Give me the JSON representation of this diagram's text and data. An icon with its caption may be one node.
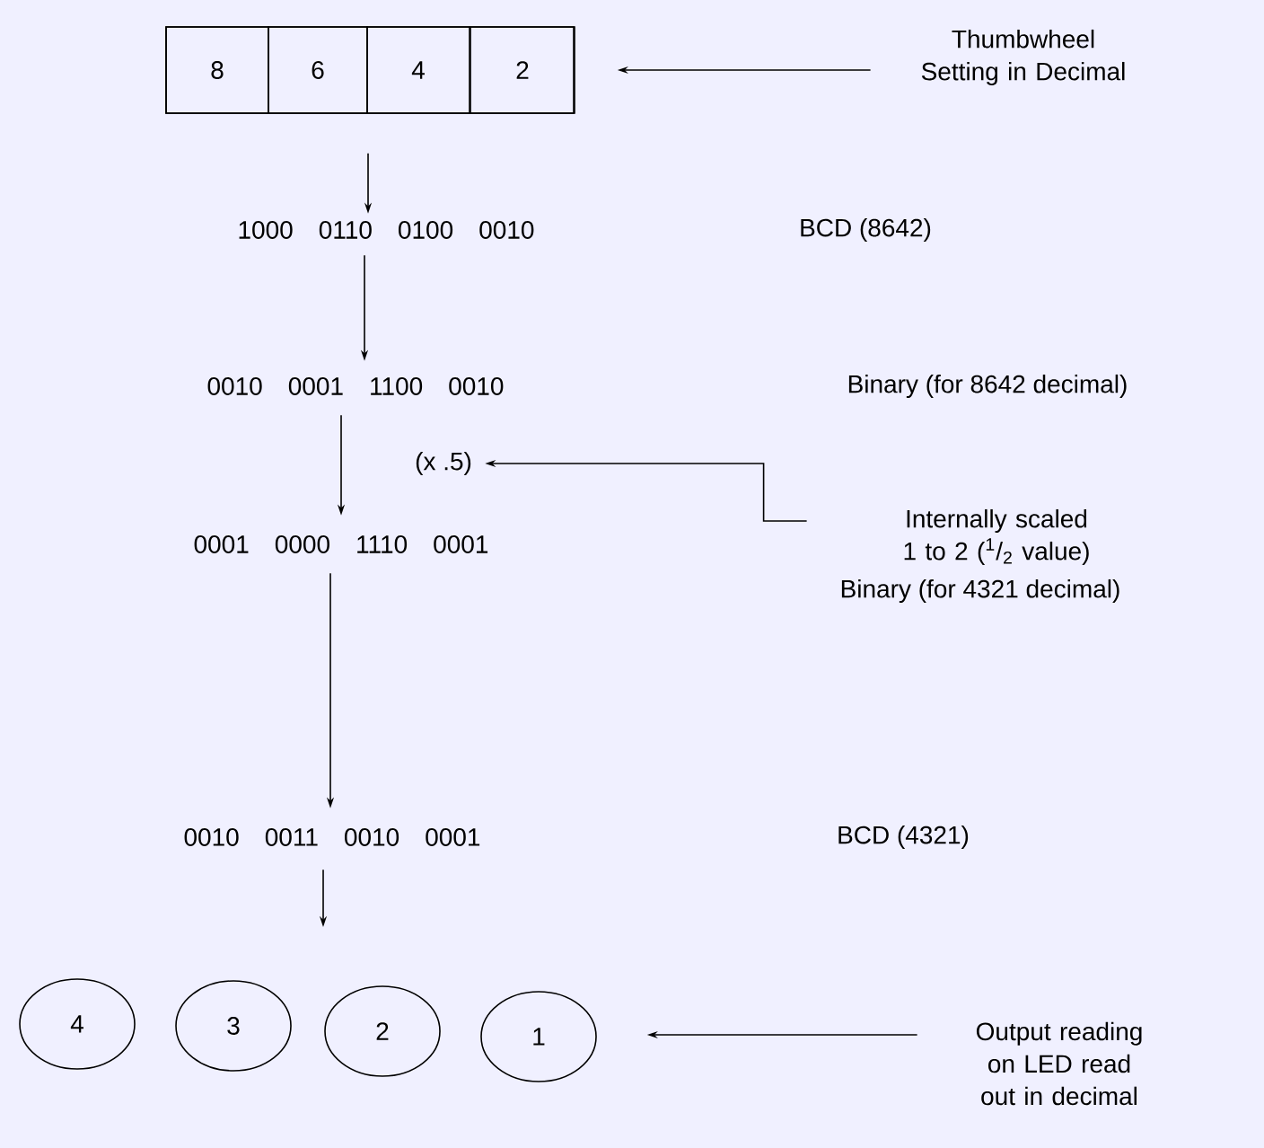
{
  "diagram": {
    "nodes": [
      {
        "text": [],
        "shape": "box"
      },
      {
        "text": [
          "8"
        ],
        "in": 0
      },
      {
        "text": [
          "6"
        ],
        "in": 0
      },
      {
        "text": [
          "4"
        ],
        "in": 0
      },
      {
        "text": [
          "2"
        ],
        "in": 0
      },
      {
        "text": [
          "Thumbwheel Setting in Decimal"
        ]
      },
      {
        "text": [
          "1000 0110 0100 0010"
        ]
      },
      {
        "text": [
          "0010 0001 1100 0010"
        ]
      },
      {
        "text": [
          "(x .5)"
        ]
      },
      {
        "text": [
          "Internally scaled 1 to 2 ($^{1}$/$_{2}$ value)"
        ]
      },
      {
        "text": [
          "0001 0000 1110 0001"
        ]
      },
      {
        "text": [
          "0010 0011 0010 0001"
        ]
      },
      {
        "text": [
          "4"
        ]
      },
      {
        "text": [
          "3"
        ]
      },
      {
        "text": [
          "2"
        ]
      },
      {
        "text": [
          "1"
        ]
      },
      {
        "text": [
          "Output reading on LED read out in decimal"
        ]
      }
    ],
    "edges": [
      {
        "from": 5,
        "to": 0,
        "arrow": "to"
      },
      {
        "from": 0,
        "to": 6,
        "arrow": "to"
      },
      {
        "from": 6,
        "to": 7,
        "arrow": "to"
      },
      {
        "from": 7,
        "to": 10,
        "arrow": "to"
      },
      {
        "from": 9,
        "to": 8,
        "arrow": "to"
      },
      {
        "from": 10,
        "to": 11,
        "arrow": "to"
      },
      {
        "from": 11,
        "to": null,
        "arrow": "to"
      },
      {
        "from": 16,
        "to": 15,
        "arrow": "to"
      }
    ],
    "labels": [
      "BCD (8642)",
      "Binary (for 8642 decimal)",
      "Binary (for 4321 decimal)",
      "BCD (4321)"
    ]
  }
}
